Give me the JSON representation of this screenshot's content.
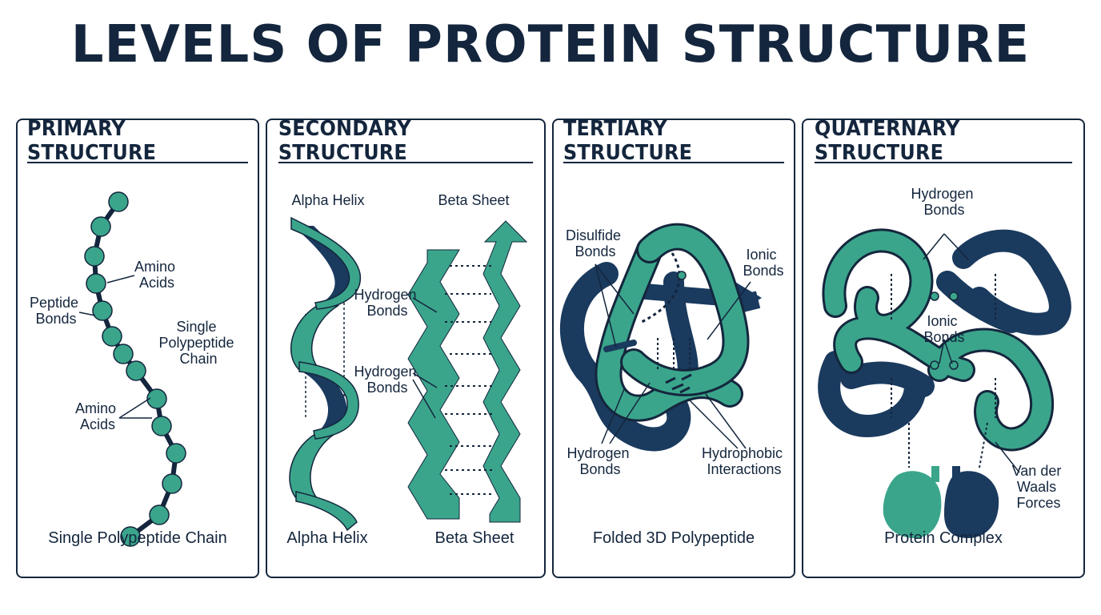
{
  "title": "LEVELS OF PROTEIN STRUCTURE",
  "colors": {
    "navy": "#14263d",
    "teal": "#3aa58b",
    "dark_blue": "#1a3a5e"
  },
  "panels": {
    "primary": {
      "header": "PRIMARY STRUCTURE",
      "caption": "Single Polypeptide Chain",
      "labels": {
        "amino_acids_1": [
          "Amino",
          "Acids"
        ],
        "peptide_bonds": [
          "Peptide",
          "Bonds"
        ],
        "single_chain": [
          "Single",
          "Polypeptide",
          "Chain"
        ],
        "amino_acids_2": [
          "Amino",
          "Acids"
        ]
      }
    },
    "secondary": {
      "header": "SECONDARY STRUCTURE",
      "alpha_label": "Alpha Helix",
      "beta_label": "Beta Sheet",
      "caption_alpha": "Alpha Helix",
      "caption_beta": "Beta Sheet",
      "labels": {
        "hbonds_1": [
          "Hydrogen",
          "Bonds"
        ],
        "hbonds_2": [
          "Hydrogen",
          "Bonds"
        ]
      }
    },
    "tertiary": {
      "header": "TERTIARY STRUCTURE",
      "caption": "Folded 3D Polypeptide",
      "labels": {
        "disulfide": [
          "Disulfide",
          "Bonds"
        ],
        "ionic": [
          "Ionic",
          "Bonds"
        ],
        "hbonds": [
          "Hydrogen",
          "Bonds"
        ],
        "hydrophobic": [
          "Hydrophobic",
          "Interactions"
        ]
      }
    },
    "quaternary": {
      "header": "QUATERNARY STRUCTURE",
      "caption": "Protein Complex",
      "labels": {
        "hbonds": [
          "Hydrogen",
          "Bonds"
        ],
        "ionic": [
          "Ionic",
          "Bonds"
        ],
        "vdw": [
          "Van der",
          "Waals",
          "Forces"
        ]
      }
    }
  }
}
